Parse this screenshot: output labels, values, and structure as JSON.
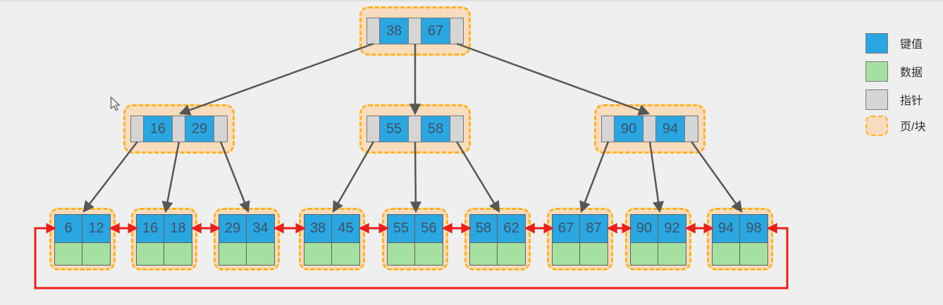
{
  "diagram": {
    "kind": "bplus-tree-index",
    "levels": 3
  },
  "tree": {
    "root": {
      "keys": [
        "38",
        "67"
      ]
    },
    "internal_nodes": [
      {
        "keys": [
          "16",
          "29"
        ]
      },
      {
        "keys": [
          "55",
          "58"
        ]
      },
      {
        "keys": [
          "90",
          "94"
        ]
      }
    ],
    "leaf_nodes": [
      {
        "keys": [
          "6",
          "12"
        ]
      },
      {
        "keys": [
          "16",
          "18"
        ]
      },
      {
        "keys": [
          "29",
          "34"
        ]
      },
      {
        "keys": [
          "38",
          "45"
        ]
      },
      {
        "keys": [
          "55",
          "56"
        ]
      },
      {
        "keys": [
          "58",
          "62"
        ]
      },
      {
        "keys": [
          "67",
          "87"
        ]
      },
      {
        "keys": [
          "90",
          "92"
        ]
      },
      {
        "keys": [
          "94",
          "98"
        ]
      }
    ],
    "leaf_links": "doubly-linked circular list (red arrows)"
  },
  "legend": {
    "items": [
      {
        "id": "key",
        "label": "键值"
      },
      {
        "id": "data",
        "label": "数据"
      },
      {
        "id": "pointer",
        "label": "指针"
      },
      {
        "id": "page",
        "label": "页/块"
      }
    ]
  },
  "colors": {
    "key_cell": "#2aa7e1",
    "data_cell": "#a6e0a0",
    "pointer_cell": "#d5d5d5",
    "page_fill": "#f8dcbe",
    "page_border": "#ffb11e",
    "tree_edge": "#575757",
    "leaf_link_arrow": "#e8211a",
    "background": "#efeff0"
  }
}
